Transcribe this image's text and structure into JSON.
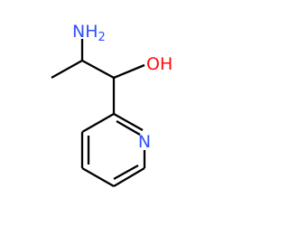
{
  "colors": {
    "background": "#ffffff",
    "bond": "#000000",
    "oxygen": "#ff0d0d",
    "nitrogen": "#3050f8"
  },
  "atoms": {
    "amine": {
      "element": "NH",
      "subscript": "2"
    },
    "hydroxyl": {
      "element": "OH"
    },
    "ring_nitrogen": {
      "element": "N"
    }
  }
}
